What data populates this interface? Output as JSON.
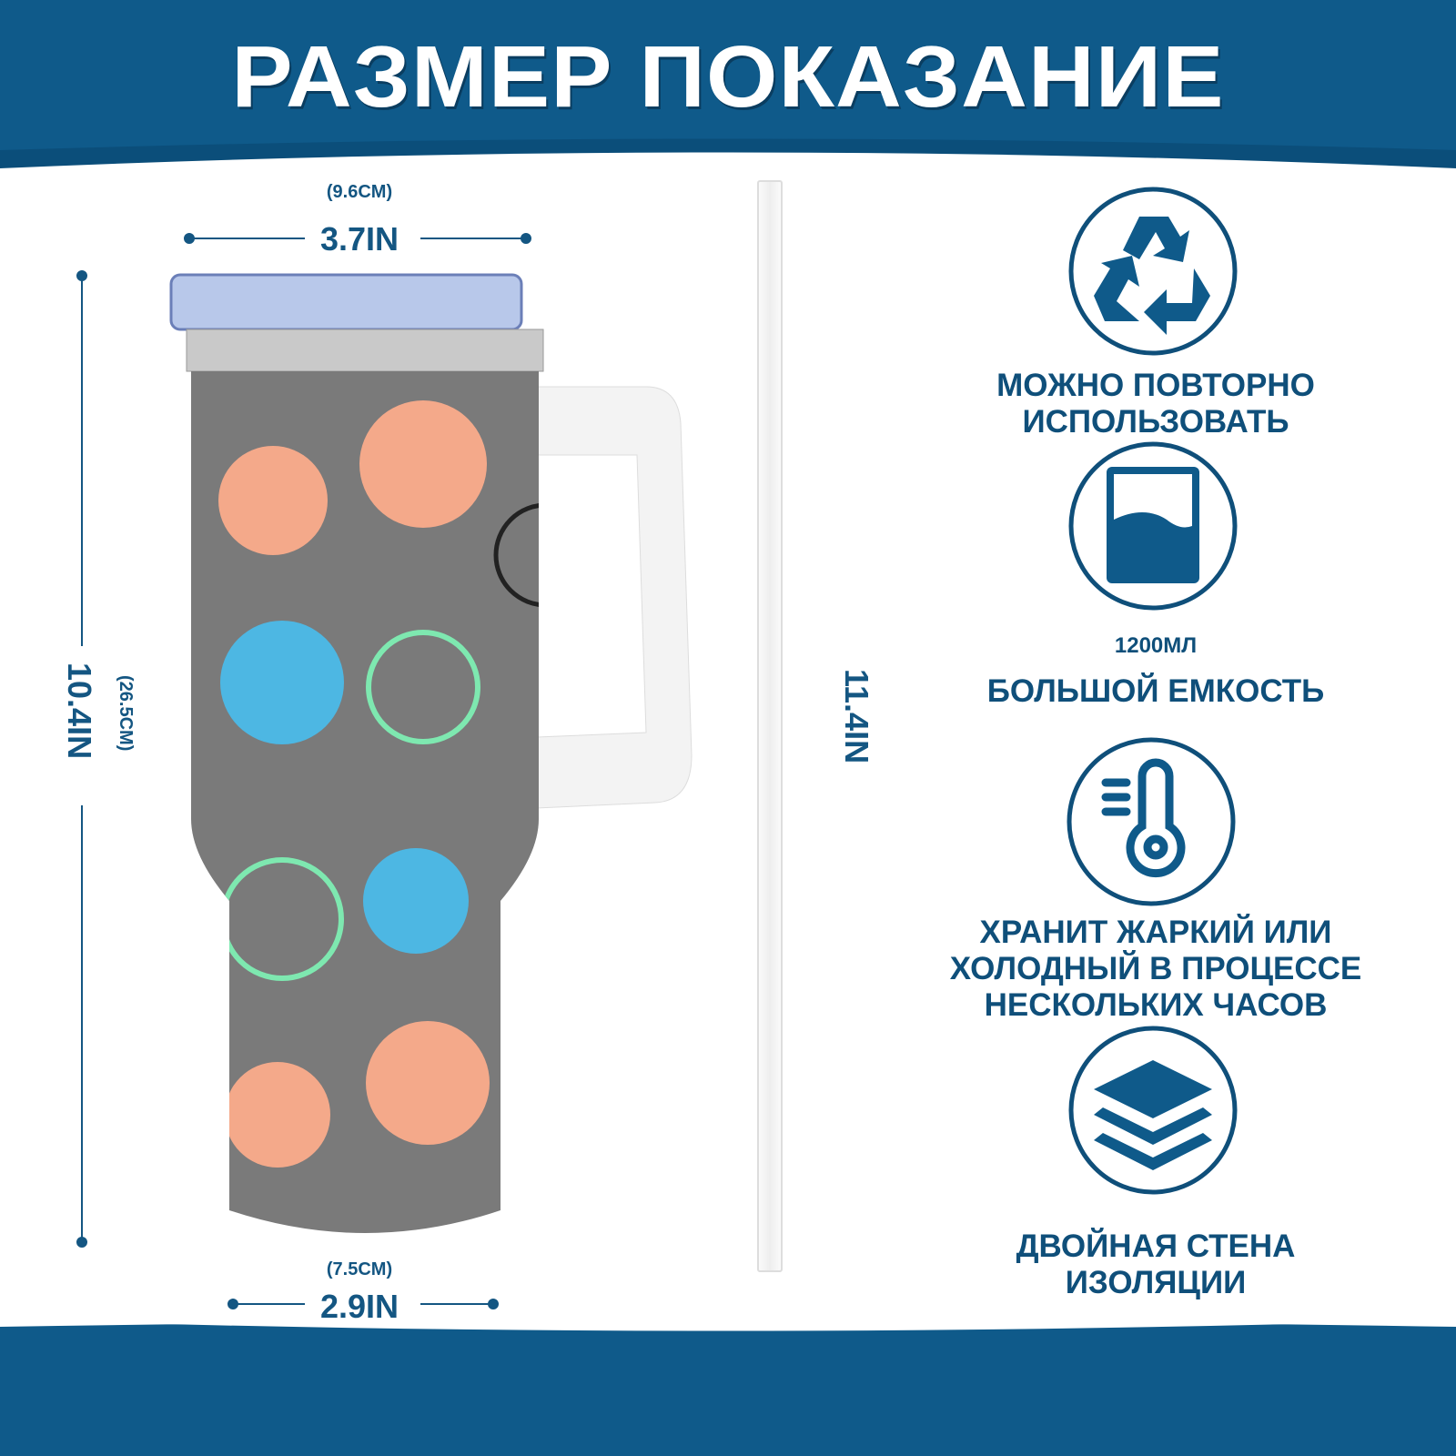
{
  "title": "РАЗМЕР ПОКАЗАНИЕ",
  "dimensions": {
    "top_width_cm": "(9.6CM)",
    "top_width_in": "3.7IN",
    "height_in": "10.4IN",
    "height_cm": "(26.5CM)",
    "bottom_width_cm": "(7.5CM)",
    "bottom_width_in": "2.9IN",
    "straw_length_in": "11.4IN"
  },
  "features": [
    {
      "icon": "recycle-icon",
      "lines": [
        "МОЖНО ПОВТОРНО",
        "ИСПОЛЬЗОВАТЬ"
      ]
    },
    {
      "icon": "cup-capacity-icon",
      "capacity": "1200МЛ",
      "lines": [
        "БОЛЬШОЙ ЕМКОСТЬ"
      ]
    },
    {
      "icon": "thermometer-icon",
      "lines": [
        "ХРАНИТ ЖАРКИЙ ИЛИ",
        "ХОЛОДНЫЙ В ПРОЦЕССЕ",
        "НЕСКОЛЬКИХ ЧАСОВ"
      ]
    },
    {
      "icon": "layers-icon",
      "lines": [
        "ДВОЙНАЯ СТЕНА",
        "ИЗОЛЯЦИИ"
      ]
    }
  ],
  "colors": {
    "brand": "#0f5a8a",
    "text": "#0f4f7a",
    "body": "#7a7a7a"
  }
}
